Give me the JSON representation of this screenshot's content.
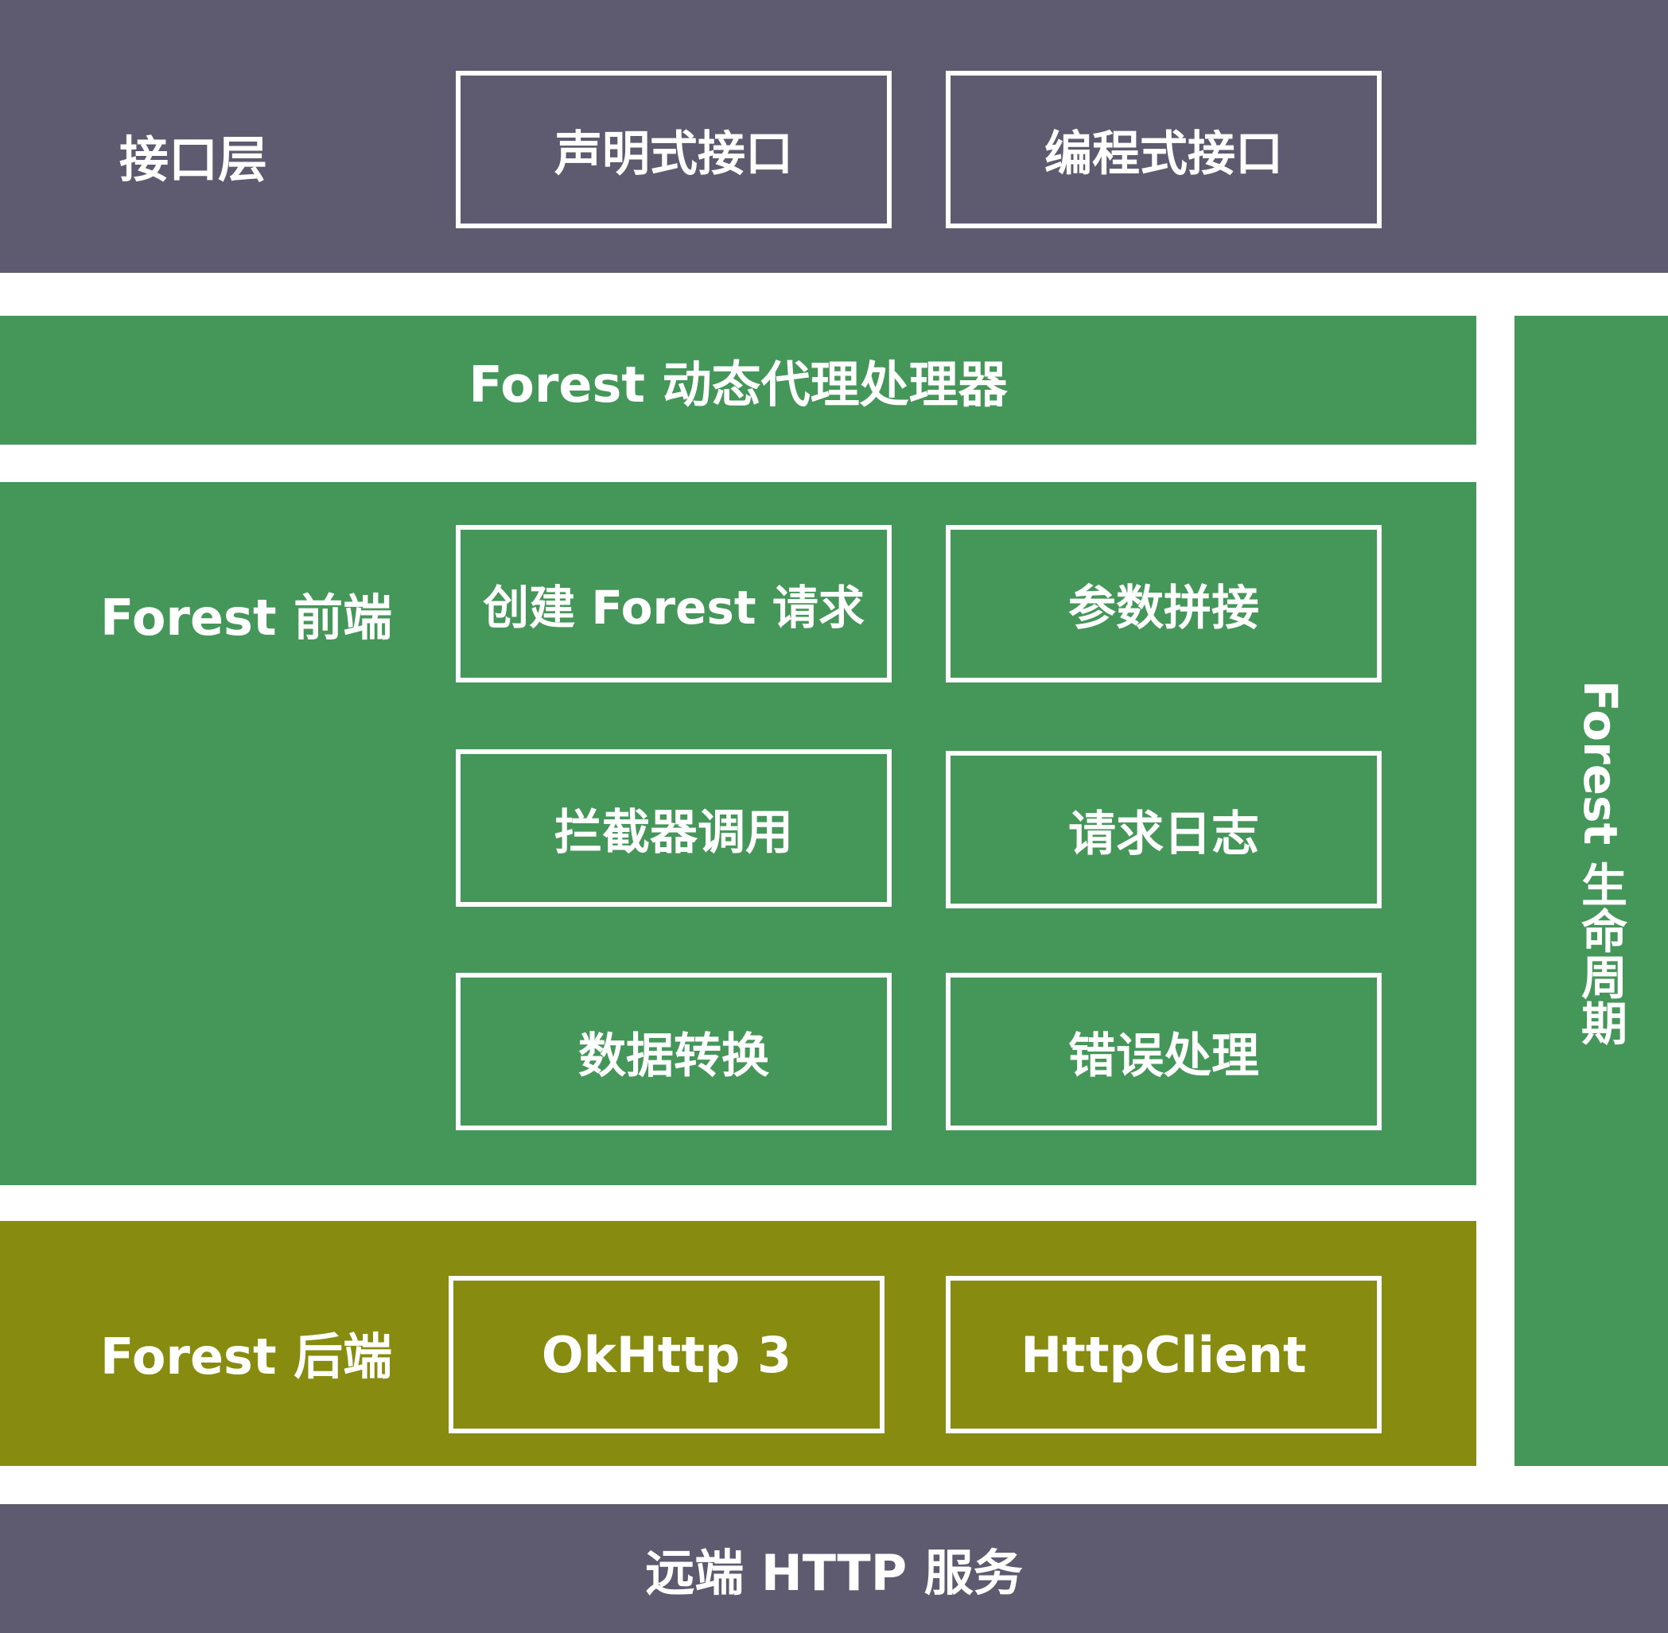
{
  "interface_layer": {
    "label": "接口层",
    "declarative": "声明式接口",
    "programmatic": "编程式接口"
  },
  "proxy": {
    "label": "Forest 动态代理处理器"
  },
  "frontend": {
    "label": "Forest 前端",
    "items": [
      "创建 Forest 请求",
      "参数拼接",
      "拦截器调用",
      "请求日志",
      "数据转换",
      "错误处理"
    ]
  },
  "backend": {
    "label": "Forest 后端",
    "items": [
      "OkHttp 3",
      "HttpClient"
    ]
  },
  "lifecycle": {
    "label": "Forest 生命周期"
  },
  "remote": {
    "label": "远端 HTTP 服务"
  },
  "colors": {
    "slate": "#5e5b70",
    "green": "#459659",
    "olive": "#878b10",
    "text": "#ffffff"
  }
}
